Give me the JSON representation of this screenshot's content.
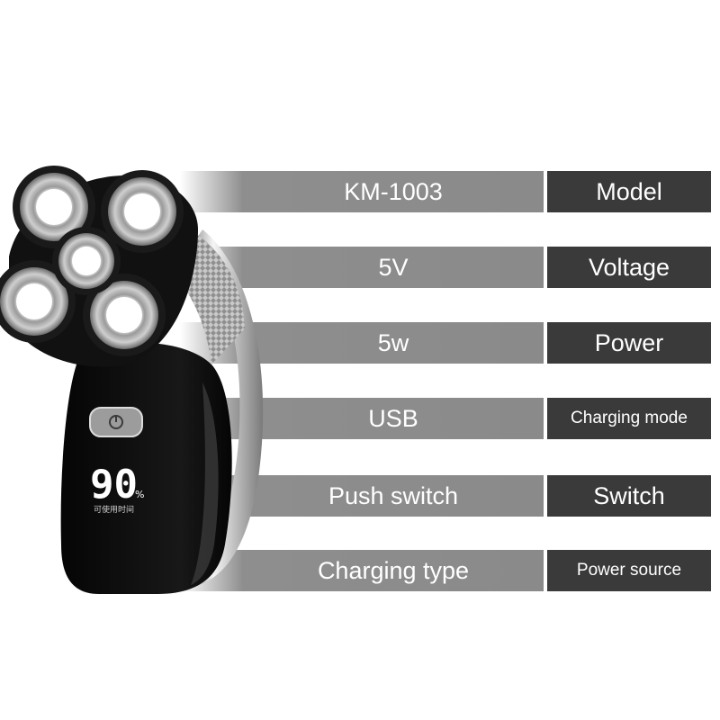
{
  "specs": [
    {
      "value": "KM-1003",
      "key": "Model",
      "key_size": "large"
    },
    {
      "value": "5V",
      "key": "Voltage",
      "key_size": "large"
    },
    {
      "value": "5w",
      "key": "Power",
      "key_size": "large"
    },
    {
      "value": "USB",
      "key": "Charging mode",
      "key_size": "small"
    },
    {
      "value": "Push switch",
      "key": "Switch",
      "key_size": "large"
    },
    {
      "value": "Charging type",
      "key": "Power source",
      "key_size": "small"
    }
  ],
  "product": {
    "display_value": "90",
    "display_unit": "%",
    "display_caption": "可使用时间",
    "power_button_icon": "power-icon"
  },
  "colors": {
    "value_bar": "#8a8a8a",
    "key_box": "#3a3a3a",
    "text": "#ffffff"
  }
}
